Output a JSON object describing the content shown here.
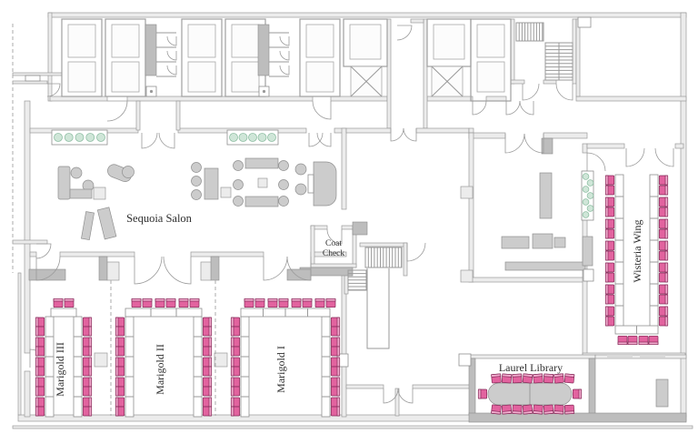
{
  "floorplan": {
    "rooms": [
      {
        "id": "sequoia-salon",
        "label": "Sequoia Salon"
      },
      {
        "id": "coat-check",
        "label": "Coat Check",
        "label_lines": [
          "Coat",
          "Check"
        ]
      },
      {
        "id": "marigold-iii",
        "label": "Marigold III",
        "seats": 22,
        "setup": "u-shape"
      },
      {
        "id": "marigold-ii",
        "label": "Marigold II",
        "seats": 26,
        "setup": "u-shape"
      },
      {
        "id": "marigold-i",
        "label": "Marigold I",
        "seats": 28,
        "setup": "u-shape"
      },
      {
        "id": "wisteria-wing",
        "label": "Wisteria Wing",
        "seats": 32,
        "setup": "double-row"
      },
      {
        "id": "laurel-library",
        "label": "Laurel Library",
        "seats": 18,
        "setup": "boardroom"
      }
    ],
    "colors": {
      "background": "#ffffff",
      "wall": "#9a9a9a",
      "wall_fill": "#ececec",
      "dark_fill": "#bdbdbd",
      "furniture": "#cccccc",
      "chair": "#e2639f",
      "chair_back": "#f3abce",
      "chair_outline": "#842a58",
      "plant": "#cfe6d8",
      "plant_outline": "#8fbfa4",
      "label_text": "#2f2f2f"
    }
  }
}
